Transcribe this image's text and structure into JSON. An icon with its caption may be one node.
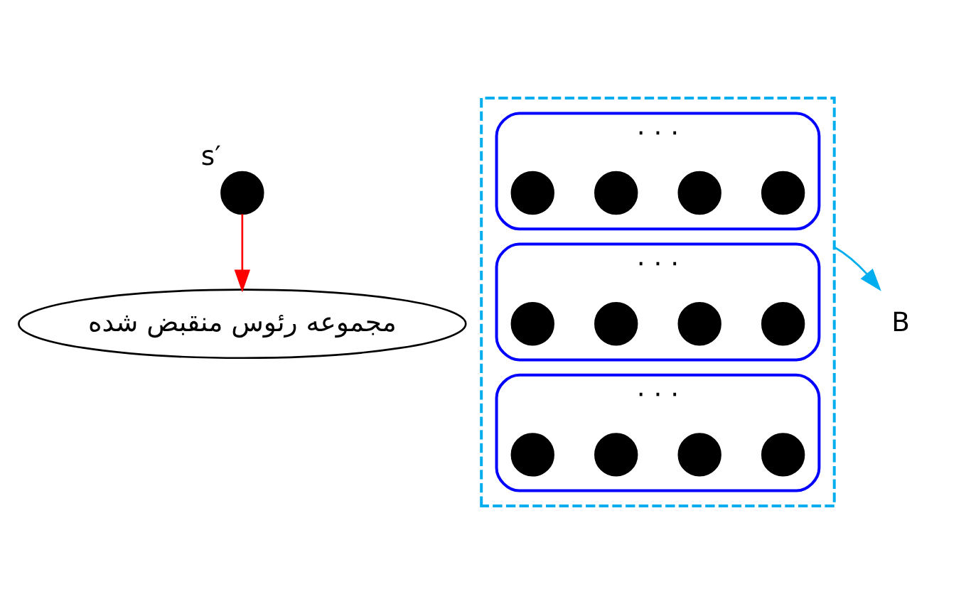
{
  "diagram": {
    "nodes": [
      {
        "text": [
          "مجموعه رئوس منقبض شده"
        ]
      },
      {
        "text": [],
        "shape": "circle",
        "beside": [
          "s′"
        ]
      },
      {
        "text": [],
        "shape": "box"
      },
      {
        "text": [
          "· · ·"
        ],
        "in": 2
      },
      {
        "text": [],
        "shape": "circle",
        "in": 3
      },
      {
        "text": [],
        "shape": "circle",
        "in": 3
      },
      {
        "text": [],
        "shape": "circle",
        "in": 3
      },
      {
        "text": [],
        "shape": "circle",
        "in": 3
      },
      {
        "text": [
          "· · ·"
        ],
        "in": 2
      },
      {
        "text": [],
        "shape": "circle",
        "in": 8
      },
      {
        "text": [],
        "shape": "circle",
        "in": 8
      },
      {
        "text": [],
        "shape": "circle",
        "in": 8
      },
      {
        "text": [],
        "shape": "circle",
        "in": 8
      },
      {
        "text": [
          "· · ·"
        ],
        "in": 2
      },
      {
        "text": [],
        "shape": "circle",
        "in": 13
      },
      {
        "text": [],
        "shape": "circle",
        "in": 13
      },
      {
        "text": [],
        "shape": "circle",
        "in": 13
      },
      {
        "text": [],
        "shape": "circle",
        "in": 13
      },
      {
        "text": [
          "B"
        ]
      }
    ],
    "edges": [
      {
        "from": 1,
        "to": 0,
        "arrow": "to",
        "color": "#ff0000"
      },
      {
        "from": 2,
        "to": 18,
        "arrow": "to",
        "color": "#00aeef"
      }
    ]
  }
}
